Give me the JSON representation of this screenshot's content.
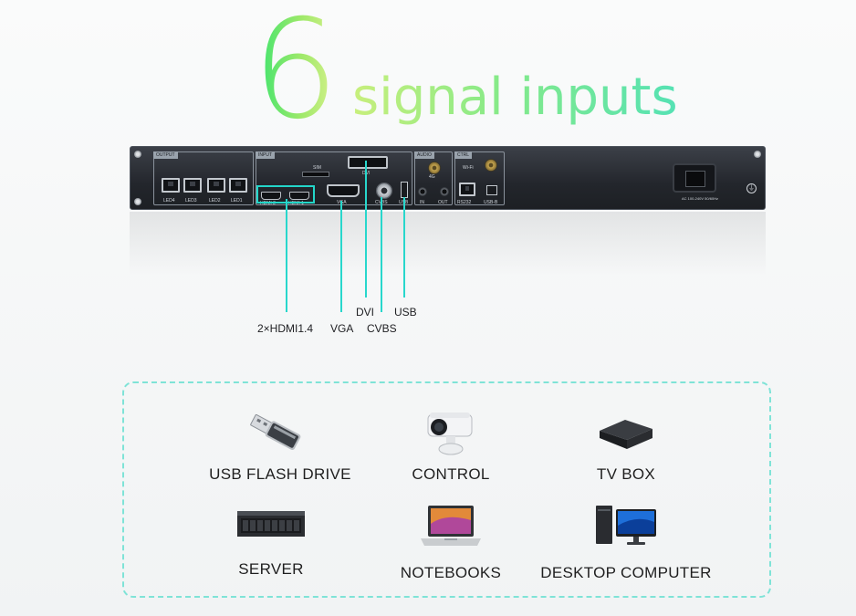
{
  "headline": {
    "number": "6",
    "text": "signal inputs"
  },
  "device": {
    "panels": {
      "output": "OUTPUT",
      "input": "INPUT",
      "audio": "AUDIO",
      "ctrl": "CTRL"
    },
    "ports": {
      "led4": "LED4",
      "led3": "LED3",
      "led2": "LED2",
      "led1": "LED1",
      "hdmi2": "HDMI 2",
      "hdmi1": "HDMI 1",
      "sim": "SIM",
      "dvi": "DVI",
      "vga": "VGA",
      "cvbs": "CVBS",
      "usb": "USB",
      "antenna_4g": "4G",
      "audio_in": "IN",
      "audio_out": "OUT",
      "wifi": "Wi-Fi",
      "rs232": "RS232",
      "usb_b": "USB-B",
      "power_rating": "AC 100-240V 50/60Hz"
    }
  },
  "callouts": {
    "hdmi": "2×HDMI1.4",
    "vga": "VGA",
    "dvi": "DVI",
    "cvbs": "CVBS",
    "usb": "USB"
  },
  "sources": [
    {
      "label": "USB FLASH DRIVE",
      "icon": "usb-flash-drive-icon"
    },
    {
      "label": "CONTROL",
      "icon": "camera-icon"
    },
    {
      "label": "TV BOX",
      "icon": "tv-box-icon"
    },
    {
      "label": "SERVER",
      "icon": "server-icon"
    },
    {
      "label": "NOTEBOOKS",
      "icon": "laptop-icon"
    },
    {
      "label": "DESKTOP COMPUTER",
      "icon": "desktop-computer-icon"
    }
  ],
  "colors": {
    "accent_line": "#28d7cc",
    "headline_gradient_start": "#34e36f",
    "headline_gradient_end": "#55e2b4",
    "device_body": "#23262c"
  }
}
